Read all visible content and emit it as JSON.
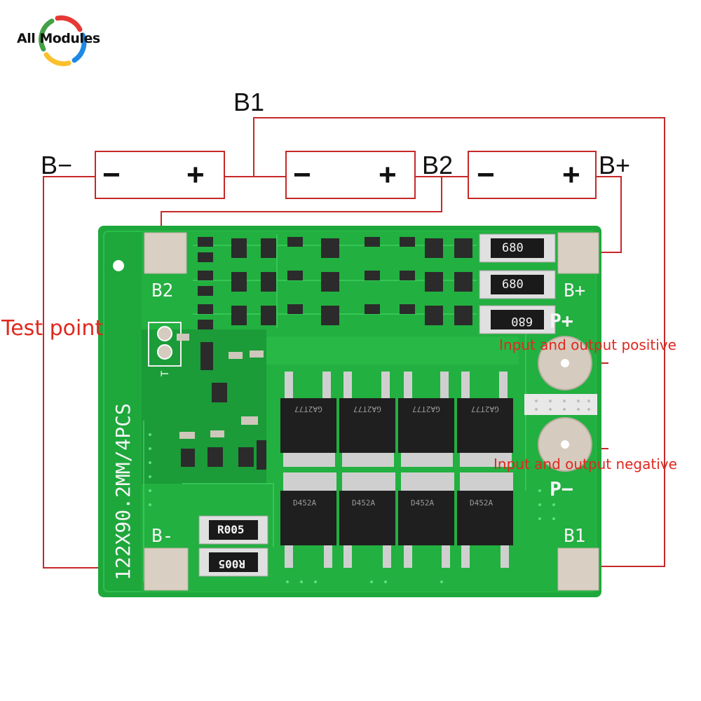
{
  "logo": {
    "text": "All Modules",
    "colors": [
      "#e53935",
      "#43a047",
      "#1e88e5",
      "#fbc02d"
    ]
  },
  "diagram": {
    "wire_color": "#c62828",
    "labels": {
      "b1": "B1",
      "b_minus": "B−",
      "b2": "B2",
      "b_plus": "B+"
    },
    "cells": [
      {
        "neg": "−",
        "pos": "+"
      },
      {
        "neg": "−",
        "pos": "+"
      },
      {
        "neg": "−",
        "pos": "+"
      }
    ],
    "annotations": {
      "test_point": "Test point",
      "positive": "Input and output positive",
      "negative": "Input and output negative"
    }
  },
  "board": {
    "pcb_color": "#1ea83c",
    "silkscreen": {
      "b2": "B2",
      "b_plus": "B+",
      "p_plus": "P+",
      "p_minus": "P−",
      "b_minus": "B-",
      "b1": "B1",
      "size": "122X90.2MM/4PCS",
      "t": "T"
    },
    "resistors": [
      "680",
      "680",
      "680"
    ],
    "shunts": [
      "R005",
      "R005"
    ],
    "mosfet_top": [
      "GA2T77",
      "GA2T77",
      "GA2T77",
      "GA2T77"
    ],
    "mosfet_bottom": [
      "D452A",
      "D452A",
      "D452A",
      "D452A"
    ]
  }
}
